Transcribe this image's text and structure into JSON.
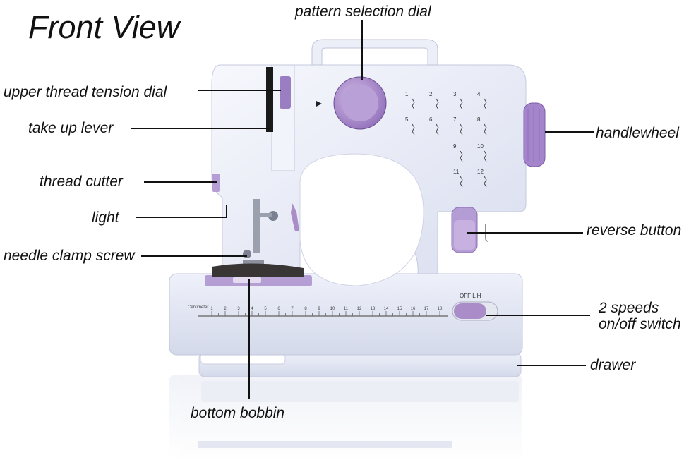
{
  "title": "Front View",
  "labels": {
    "pattern_selection_dial": "pattern selection dial",
    "upper_thread_tension_dial": "upper thread tension dial",
    "take_up_lever": "take up lever",
    "thread_cutter": "thread cutter",
    "light": "light",
    "needle_clamp_screw": "needle clamp screw",
    "handlewheel": "handlewheel",
    "reverse_button": "reverse button",
    "speed_switch_line1": "2 speeds",
    "speed_switch_line2": "on/off switch",
    "drawer": "drawer",
    "bottom_bobbin": "bottom bobbin"
  },
  "machine": {
    "switch_text": "OFF  L  H",
    "ruler_label": "Centimeter",
    "ruler_numbers": [
      "1",
      "2",
      "3",
      "4",
      "5",
      "6",
      "7",
      "8",
      "9",
      "10",
      "11",
      "12",
      "13",
      "14",
      "15",
      "16",
      "17",
      "18"
    ],
    "stitch_numbers": [
      "1",
      "2",
      "3",
      "4",
      "5",
      "6",
      "7",
      "8",
      "9",
      "10",
      "11",
      "12"
    ]
  },
  "colors": {
    "body": "#e9edf8",
    "accent": "#a98cc8",
    "accent_dark": "#7c5ea6",
    "line": "#111111"
  }
}
